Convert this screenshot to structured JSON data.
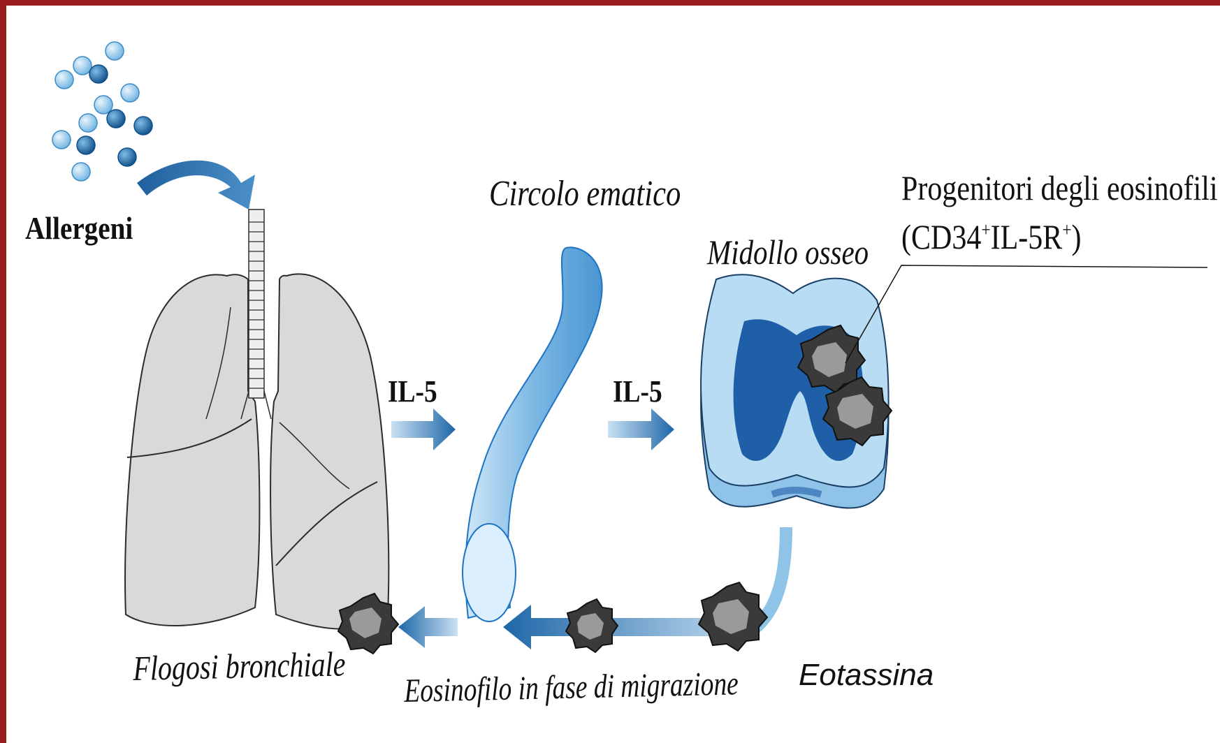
{
  "labels": {
    "allergens": "Allergeni",
    "blood_circulation": "Circolo ematico",
    "bone_marrow": "Midollo osseo",
    "progenitors_line1": "Progenitori degli eosinofili",
    "progenitors_line2_prefix": "(CD34",
    "progenitors_line2_sup1": "+",
    "progenitors_line2_mid": "IL-5R",
    "progenitors_line2_sup2": "+",
    "progenitors_line2_suffix": ")",
    "il5_left": "IL-5",
    "il5_right": "IL-5",
    "bronchial_inflammation": "Flogosi bronchiale",
    "migrating_eosinophil": "Eosinofilo in fase di migrazione",
    "eotaxin": "Eotassina"
  },
  "colors": {
    "frame": "#9b1c1c",
    "blue_dark": "#1e5f9c",
    "blue_mid": "#4b9ad6",
    "blue_light": "#cfe6f6",
    "lung_gray": "#d9d9d9",
    "cell_dark": "#3a3a3a",
    "cell_light": "#9a9a9a"
  },
  "icons": {
    "allergen_particles": "allergen-particles-icon",
    "lungs": "lungs-icon",
    "blood_vessel": "blood-vessel-icon",
    "bone_marrow": "bone-marrow-icon",
    "eosinophil": "eosinophil-cell-icon"
  }
}
